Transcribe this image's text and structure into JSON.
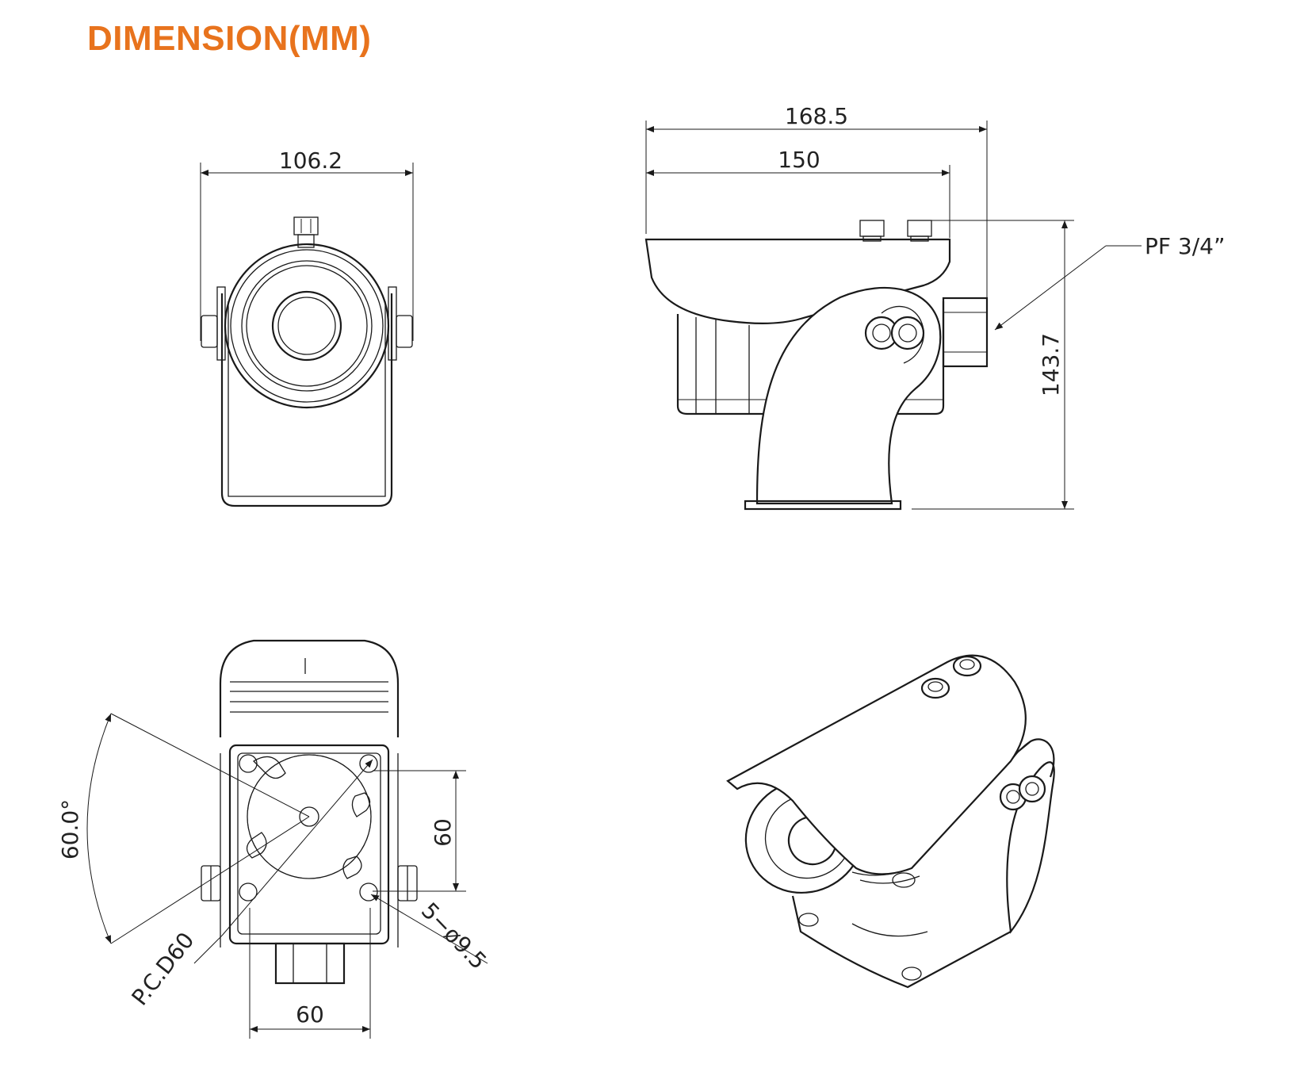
{
  "page": {
    "title": "DIMENSION(MM)",
    "title_color": "#e8731d"
  },
  "front_view": {
    "width_label": "106.2"
  },
  "side_view": {
    "overall_length_label": "168.5",
    "hood_length_label": "150",
    "height_label": "143.7",
    "connector_callout": "PF 3/4”"
  },
  "base_view": {
    "angle_label": "60.0°",
    "hole_spacing_vertical_label": "60",
    "hole_spacing_horizontal_label": "60",
    "pitch_circle_label": "P.C.D60",
    "holes_label": "5−ø9.5"
  }
}
